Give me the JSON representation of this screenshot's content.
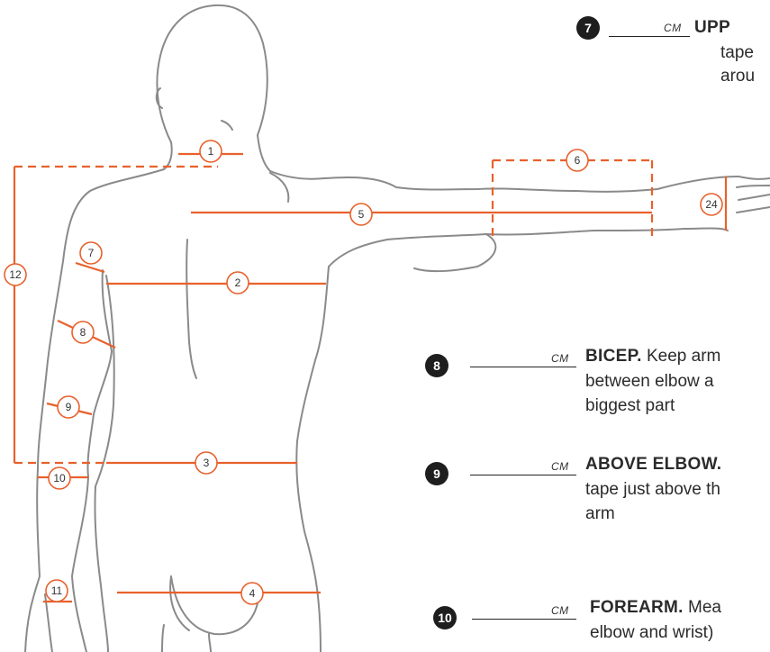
{
  "diagram_labels": {
    "m1": "1",
    "m2": "2",
    "m3": "3",
    "m4": "4",
    "m5": "5",
    "m6": "6",
    "m7": "7",
    "m8": "8",
    "m9": "9",
    "m10": "10",
    "m11": "11",
    "m12": "12",
    "m24": "24"
  },
  "measurements": {
    "upper_arm": {
      "number": "7",
      "unit": "CM",
      "title": "UPP",
      "line1": "tape",
      "line2": "arou"
    },
    "bicep": {
      "number": "8",
      "unit": "CM",
      "title": "BICEP.",
      "title_rest": " Keep arm",
      "line1": "between elbow a",
      "line2": "biggest part"
    },
    "above_elbow": {
      "number": "9",
      "unit": "CM",
      "title": "ABOVE ELBOW.",
      "title_rest": "",
      "line1": "tape just above th",
      "line2": "arm"
    },
    "forearm": {
      "number": "10",
      "unit": "CM",
      "title": "FOREARM.",
      "title_rest": " Mea",
      "line1": "elbow and wrist)",
      "line2": ""
    }
  },
  "colors": {
    "accent": "#e8612c",
    "outline": "#8a8a8a",
    "badge": "#1e1e1e"
  }
}
